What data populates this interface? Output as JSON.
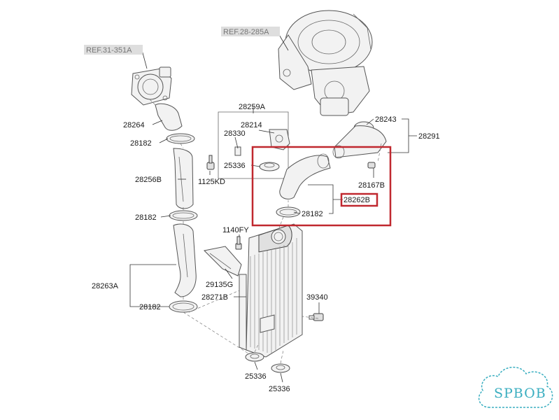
{
  "references": {
    "throttle_ref": "REF.31-351A",
    "turbo_ref": "REF.28-285A"
  },
  "part_labels": {
    "p28264": "28264",
    "p28182_a": "28182",
    "p28256B": "28256B",
    "p28182_b": "28182",
    "p28263A": "28263A",
    "p28182_c": "28182",
    "p28259A": "28259A",
    "p28214": "28214",
    "p28330": "28330",
    "p25336_a": "25336",
    "p1125KD": "1125KD",
    "p28243": "28243",
    "p28291": "28291",
    "p28167B": "28167B",
    "p28262B": "28262B",
    "p28182_d": "28182",
    "p1140FY": "1140FY",
    "p29135G": "29135G",
    "p28271B": "28271B",
    "p39340": "39340",
    "p25336_b": "25336",
    "p25336_c": "25336"
  },
  "highlight": {
    "box_color": "#c0282f",
    "highlighted_part": "28262B"
  },
  "watermark": {
    "text": "SPBOB",
    "color": "#3aaec0"
  }
}
